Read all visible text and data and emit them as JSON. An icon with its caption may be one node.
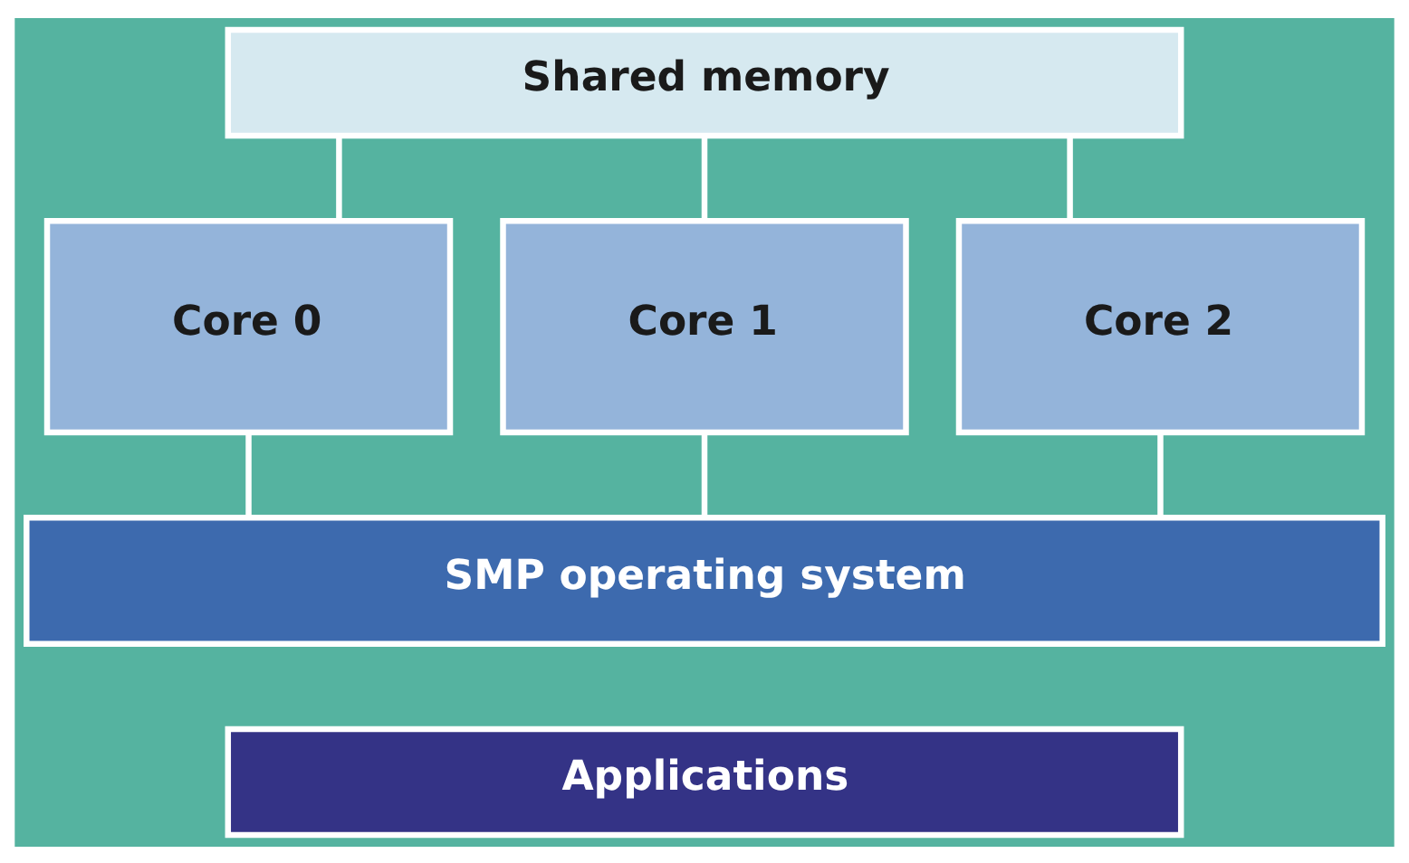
{
  "diagram": {
    "nodes": [
      {
        "text": [
          "Shared memory"
        ]
      },
      {
        "text": [
          "Core 0"
        ]
      },
      {
        "text": [
          "Core 1"
        ]
      },
      {
        "text": [
          "Core 2"
        ]
      },
      {
        "text": [
          "SMP operating system"
        ]
      },
      {
        "text": [
          "Applications"
        ]
      }
    ],
    "edges": [
      {
        "from": 0,
        "to": 1,
        "arrow": "none"
      },
      {
        "from": 0,
        "to": 2,
        "arrow": "none"
      },
      {
        "from": 0,
        "to": 3,
        "arrow": "none"
      },
      {
        "from": 1,
        "to": 4,
        "arrow": "none"
      },
      {
        "from": 2,
        "to": 4,
        "arrow": "none"
      },
      {
        "from": 3,
        "to": 4,
        "arrow": "none"
      }
    ]
  }
}
